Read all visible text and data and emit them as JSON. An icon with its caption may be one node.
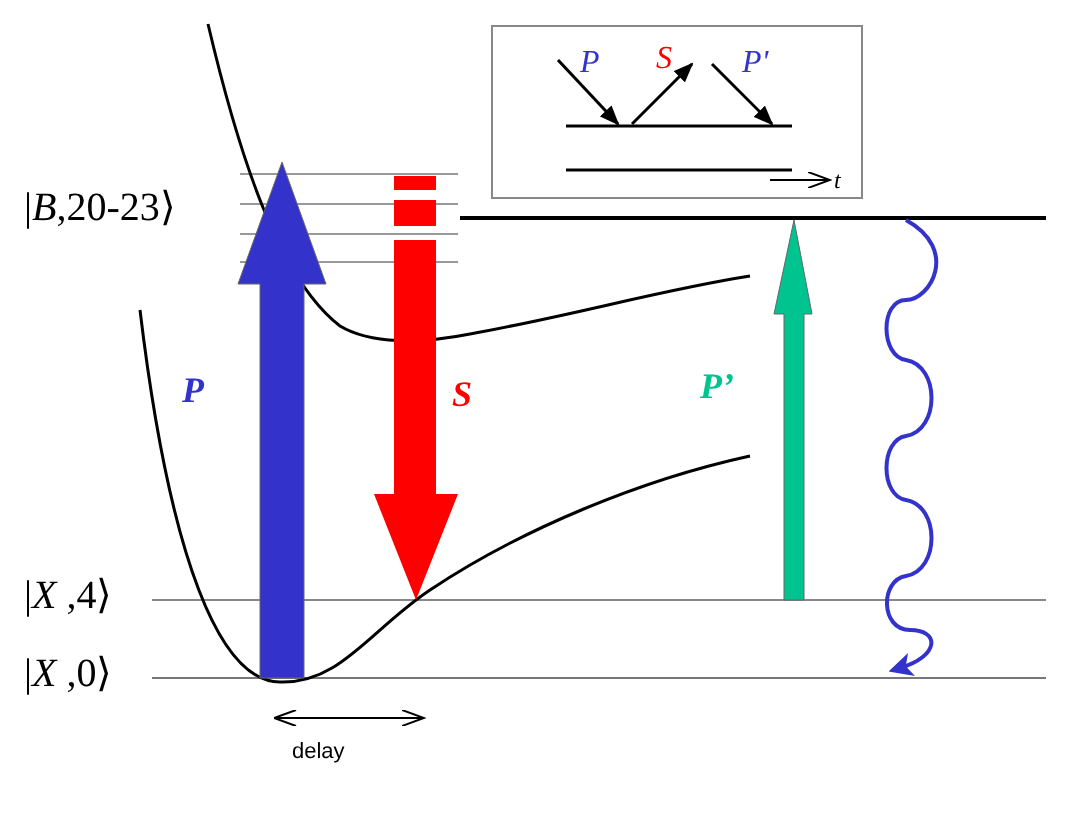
{
  "diagram": {
    "labels": [
      "P",
      "S",
      "P'",
      "t",
      "|*B*,20-23⟩",
      "P",
      "S",
      "P’",
      "|*X* ,4⟩",
      "|*X* ,0⟩",
      "delay"
    ]
  }
}
